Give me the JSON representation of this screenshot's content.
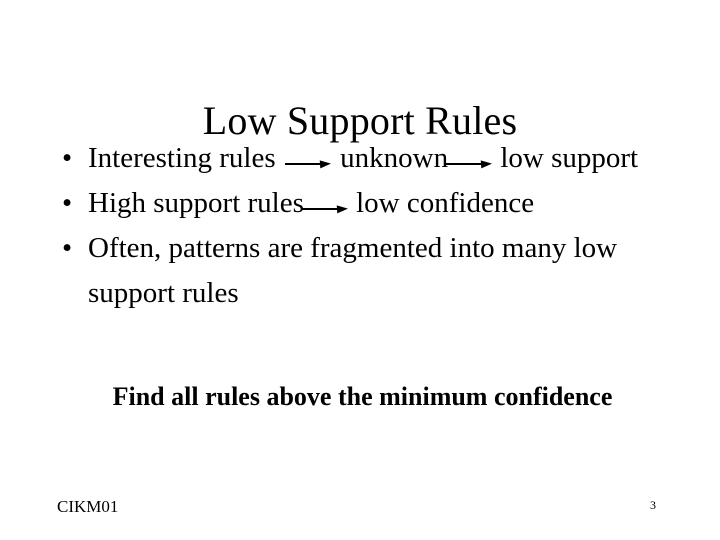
{
  "slide": {
    "title": "Low Support Rules",
    "background_color": "#ffffff",
    "text_color": "#000000",
    "bullets": [
      {
        "bullet_glyph": "•",
        "segments": [
          {
            "type": "text",
            "value": "Interesting rules "
          },
          {
            "type": "arrow",
            "value": "right-arrow"
          },
          {
            "type": "text",
            "value": " unknown"
          },
          {
            "type": "arrow",
            "value": "right-arrow"
          },
          {
            "type": "text",
            "value": " low support"
          }
        ],
        "plain_text": "Interesting rules → unknown → low support"
      },
      {
        "bullet_glyph": "•",
        "segments": [
          {
            "type": "text",
            "value": "High support rules"
          },
          {
            "type": "arrow",
            "value": "right-arrow"
          },
          {
            "type": "text",
            "value": " low confidence"
          }
        ],
        "plain_text": "High support rules → low confidence"
      },
      {
        "bullet_glyph": "•",
        "segments": [
          {
            "type": "text",
            "value": "Often, patterns are fragmented into many low support rules"
          }
        ],
        "plain_text": "Often, patterns are fragmented into many low support rules"
      }
    ],
    "conclusion": "Find all rules above the minimum confidence",
    "footer": {
      "label": "CIKM01",
      "page_number": "3"
    }
  }
}
